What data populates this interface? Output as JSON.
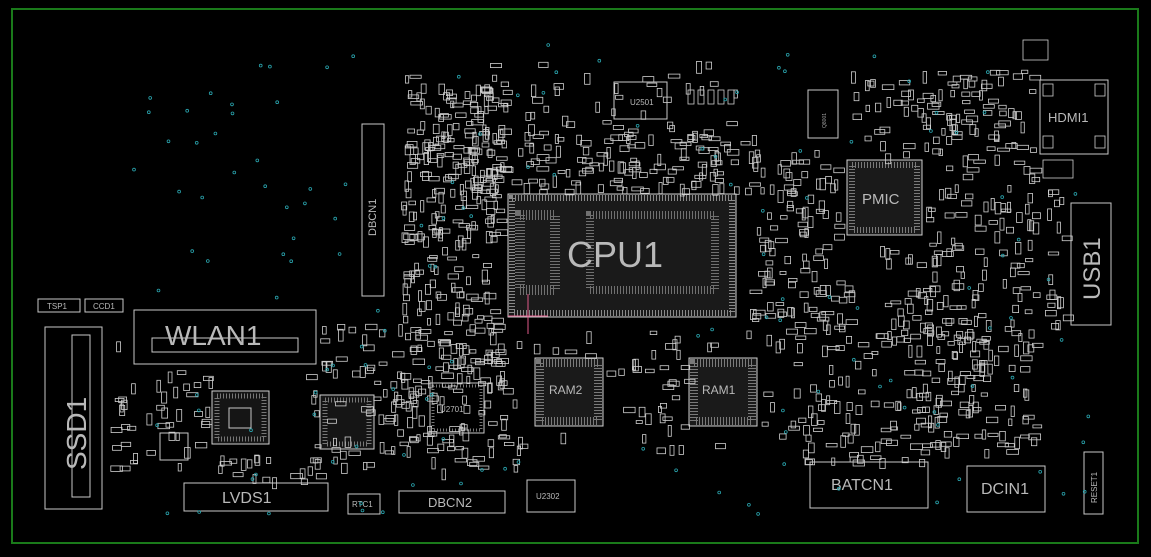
{
  "colors": {
    "background": "#000000",
    "border": "#1a7a1a",
    "silkscreen": "#c8c8c8",
    "via": "#2aa6b0",
    "cursor": "#e05a8a"
  },
  "labels": {
    "cpu": "CPU1",
    "pmic": "PMIC",
    "ram1": "RAM1",
    "ram2": "RAM2",
    "hdmi": "HDMI1",
    "usb": "USB1",
    "wlan": "WLAN1",
    "ssd": "SSD1",
    "lvds": "LVDS1",
    "dbcn1": "DBCN1",
    "dbcn2": "DBCN2",
    "batcn": "BATCN1",
    "dcin": "DCIN1",
    "reset": "RESET1",
    "rtc": "RTC1",
    "tsp": "TSP1",
    "ccd": "CCD1",
    "u2501": "U2501",
    "u2701": "U2701",
    "u2302": "U2302",
    "q8001": "Q8001"
  }
}
